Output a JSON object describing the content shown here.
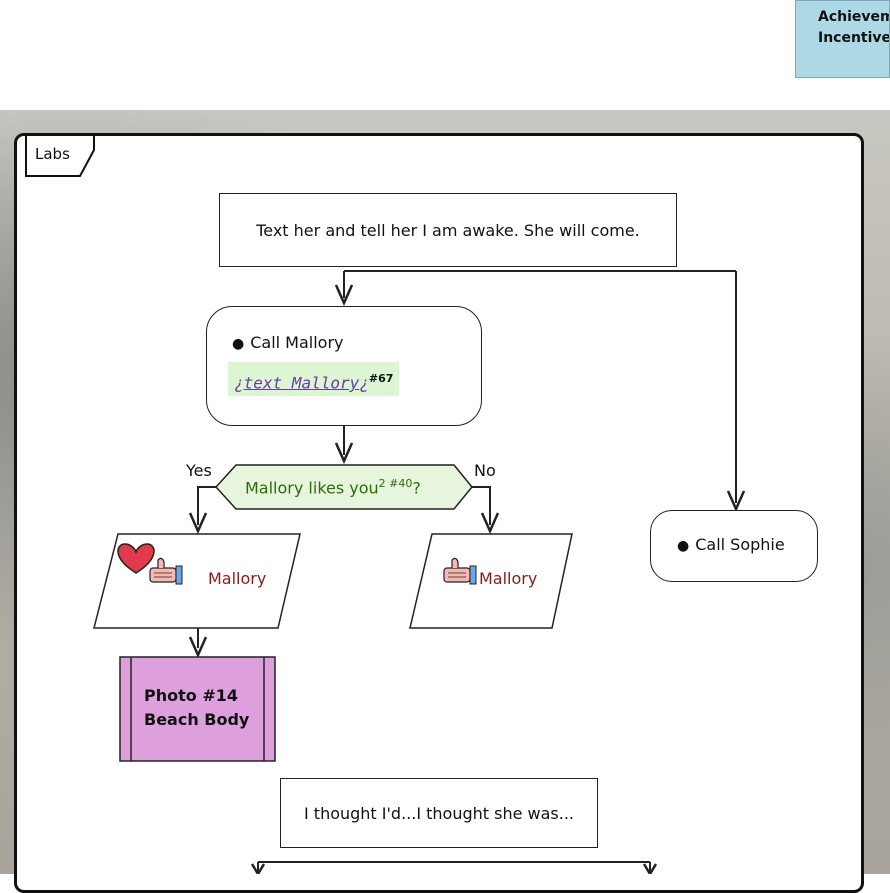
{
  "badge": {
    "line1": "Achievement",
    "line2": "Incentive"
  },
  "group": {
    "label": "Labs"
  },
  "nodes": {
    "text_her": "Text her and tell her I am awake. She will come.",
    "call_mallory": "Call Mallory",
    "text_mallory": {
      "open_mark": "¿",
      "link": "text Mallory",
      "close_mark": "¿",
      "ref": "#67"
    },
    "decision": {
      "text": "Mallory likes you",
      "sup": "2 #40",
      "suffix": "?"
    },
    "branch_yes": "Yes",
    "branch_no": "No",
    "yes_output": "Mallory",
    "no_output": "Mallory",
    "call_sophie": "Call Sophie",
    "photo": {
      "line1": "Photo #14",
      "line2": "Beach Body"
    },
    "thought": "I thought I'd...I thought she was..."
  },
  "colors": {
    "badge_bg": "#add8e6",
    "photo_bg": "#dda0dd",
    "decision_bg": "#e6f5dc",
    "decision_text": "#2e6b0c",
    "output_text": "#8b1a1a",
    "link_color": "#6a3ba0"
  },
  "icons": [
    "heart-icon",
    "thumbs-up-icon"
  ]
}
